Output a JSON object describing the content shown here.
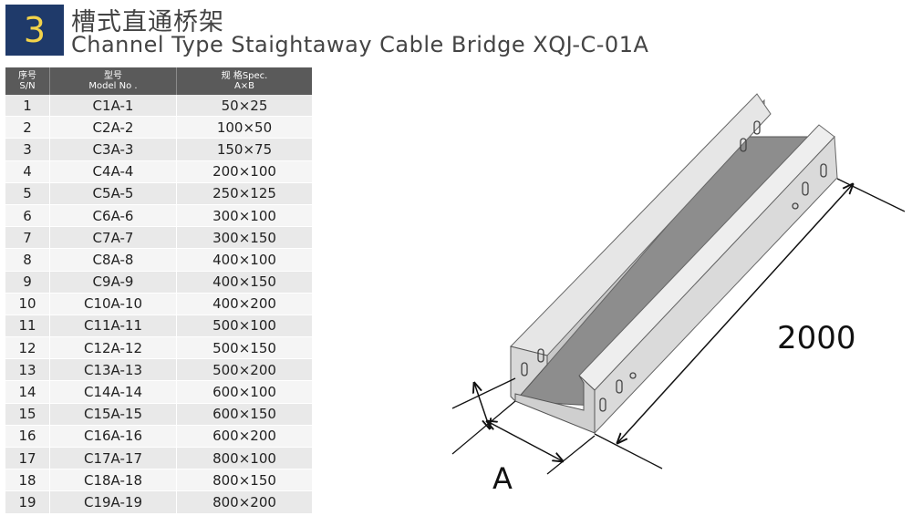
{
  "section_number": "3",
  "title_cn": "槽式直通桥架",
  "title_en": "Channel Type Staightaway Cable Bridge XQJ-C-01A",
  "table": {
    "headers": {
      "sn_cn": "序号",
      "sn_en": "S/N",
      "model_cn": "型号",
      "model_en": "Model No .",
      "spec_cn": "规 格Spec.",
      "spec_en": "A×B"
    },
    "rows": [
      {
        "sn": "1",
        "model": "C1A-1",
        "spec": "50×25"
      },
      {
        "sn": "2",
        "model": "C2A-2",
        "spec": "100×50"
      },
      {
        "sn": "3",
        "model": "C3A-3",
        "spec": "150×75"
      },
      {
        "sn": "4",
        "model": "C4A-4",
        "spec": "200×100"
      },
      {
        "sn": "5",
        "model": "C5A-5",
        "spec": "250×125"
      },
      {
        "sn": "6",
        "model": "C6A-6",
        "spec": "300×100"
      },
      {
        "sn": "7",
        "model": "C7A-7",
        "spec": "300×150"
      },
      {
        "sn": "8",
        "model": "C8A-8",
        "spec": "400×100"
      },
      {
        "sn": "9",
        "model": "C9A-9",
        "spec": "400×150"
      },
      {
        "sn": "10",
        "model": "C10A-10",
        "spec": "400×200"
      },
      {
        "sn": "11",
        "model": "C11A-11",
        "spec": "500×100"
      },
      {
        "sn": "12",
        "model": "C12A-12",
        "spec": "500×150"
      },
      {
        "sn": "13",
        "model": "C13A-13",
        "spec": "500×200"
      },
      {
        "sn": "14",
        "model": "C14A-14",
        "spec": "600×100"
      },
      {
        "sn": "15",
        "model": "C15A-15",
        "spec": "600×150"
      },
      {
        "sn": "16",
        "model": "C16A-16",
        "spec": "600×200"
      },
      {
        "sn": "17",
        "model": "C17A-17",
        "spec": "800×100"
      },
      {
        "sn": "18",
        "model": "C18A-18",
        "spec": "800×150"
      },
      {
        "sn": "19",
        "model": "C19A-19",
        "spec": "800×200"
      }
    ]
  },
  "drawing": {
    "length_label": "2000",
    "width_label": "A"
  },
  "colors": {
    "number_box_bg": "#1f3a6a",
    "number_text": "#f3d34a",
    "header_bg": "#5a5a5a"
  }
}
